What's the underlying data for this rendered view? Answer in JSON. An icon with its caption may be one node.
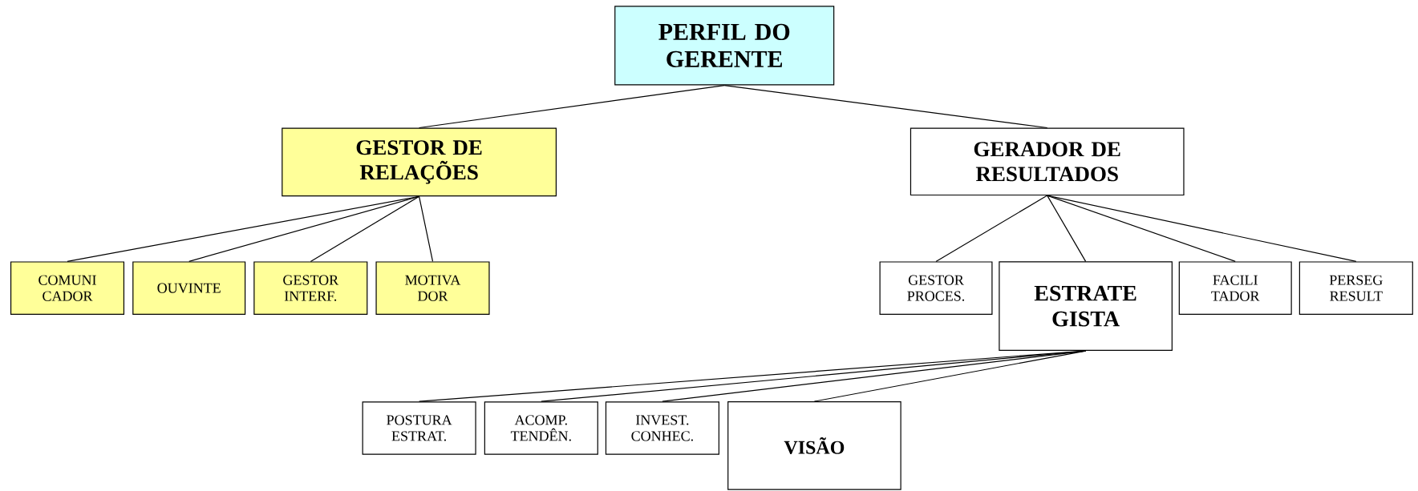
{
  "diagram": {
    "nodes": [
      {
        "text": [
          "PERFIL DO GERENTE"
        ]
      },
      {
        "text": [
          "GESTOR DE RELAÇÕES"
        ]
      },
      {
        "text": [
          "GERADOR DE RESULTADOS"
        ]
      },
      {
        "text": [
          "COMUNI CADOR"
        ]
      },
      {
        "text": [
          "OUVINTE"
        ]
      },
      {
        "text": [
          "GESTOR INTERF."
        ]
      },
      {
        "text": [
          "MOTIVA DOR"
        ]
      },
      {
        "text": [
          "GESTOR PROCES."
        ]
      },
      {
        "text": [
          "ESTRATE GISTA"
        ]
      },
      {
        "text": [
          "FACILI TADOR"
        ]
      },
      {
        "text": [
          "PERSEG RESULT"
        ]
      },
      {
        "text": [
          "POSTURA ESTRAT."
        ]
      },
      {
        "text": [
          "ACOMP. TENDÊN."
        ]
      },
      {
        "text": [
          "INVEST. CONHEC."
        ]
      },
      {
        "text": [
          "VISÃO"
        ]
      }
    ],
    "edges": [
      {
        "from": 0,
        "to": 1,
        "arrow": "none"
      },
      {
        "from": 0,
        "to": 2,
        "arrow": "none"
      },
      {
        "from": 1,
        "to": 3,
        "arrow": "none"
      },
      {
        "from": 1,
        "to": 4,
        "arrow": "none"
      },
      {
        "from": 1,
        "to": 5,
        "arrow": "none"
      },
      {
        "from": 1,
        "to": 6,
        "arrow": "none"
      },
      {
        "from": 2,
        "to": 7,
        "arrow": "none"
      },
      {
        "from": 2,
        "to": 8,
        "arrow": "none"
      },
      {
        "from": 2,
        "to": 9,
        "arrow": "none"
      },
      {
        "from": 2,
        "to": 10,
        "arrow": "none"
      },
      {
        "from": 8,
        "to": 11,
        "arrow": "none"
      },
      {
        "from": 8,
        "to": 12,
        "arrow": "none"
      },
      {
        "from": 8,
        "to": 13,
        "arrow": "none"
      },
      {
        "from": 8,
        "to": 14,
        "arrow": "none"
      }
    ]
  }
}
